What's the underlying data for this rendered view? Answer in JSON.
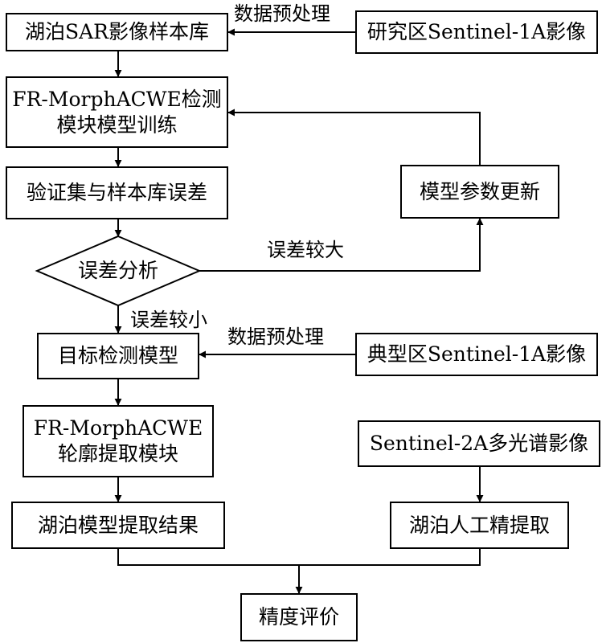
{
  "nodes": {
    "sample_library": "湖泊SAR影像样本库",
    "study_area_image": "研究区Sentinel-1A影像",
    "training": [
      "FR-MorphACWE检测",
      "模块模型训练"
    ],
    "validation_error": "验证集与样本库误差",
    "param_update": "模型参数更新",
    "error_analysis": "误差分析",
    "target_model": "目标检测模型",
    "typical_area_image": "典型区Sentinel-1A影像",
    "contour_module": [
      "FR-MorphACWE",
      "轮廓提取模块"
    ],
    "s2_image": "Sentinel-2A多光谱影像",
    "model_result": "湖泊模型提取结果",
    "manual_extraction": "湖泊人工精提取",
    "accuracy": "精度评价"
  },
  "edge_labels": {
    "preprocess_top": "数据预处理",
    "error_large": "误差较大",
    "error_small": "误差较小",
    "preprocess_mid": "数据预处理"
  }
}
